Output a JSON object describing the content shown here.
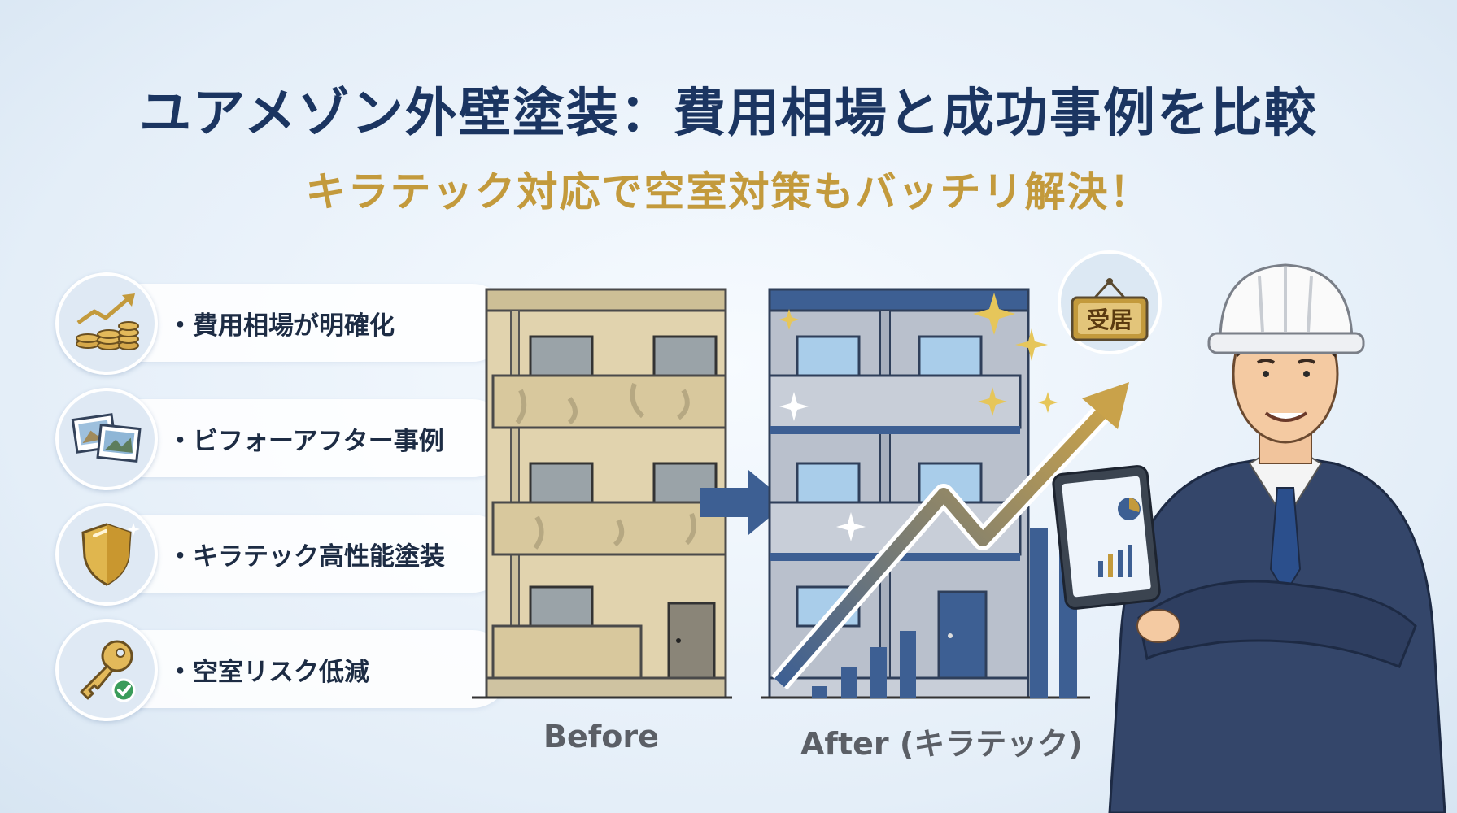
{
  "title": "ユアメゾン外壁塗装：費用相場と成功事例を比較",
  "subtitle": "キラテック対応で空室対策もバッチリ解決！",
  "features": [
    {
      "label": "・費用相場が明確化",
      "icon": "coins-growth-icon"
    },
    {
      "label": "・ビフォーアフター事例",
      "icon": "photos-icon"
    },
    {
      "label": "・キラテック高性能塗装",
      "icon": "shield-icon"
    },
    {
      "label": "・空室リスク低減",
      "icon": "key-check-icon"
    }
  ],
  "before_label": "Before",
  "after_label": "After (キラテック)",
  "sign_text": "受居",
  "colors": {
    "navy": "#1b3561",
    "gold": "#c39a3c",
    "blue": "#3d5f93"
  }
}
